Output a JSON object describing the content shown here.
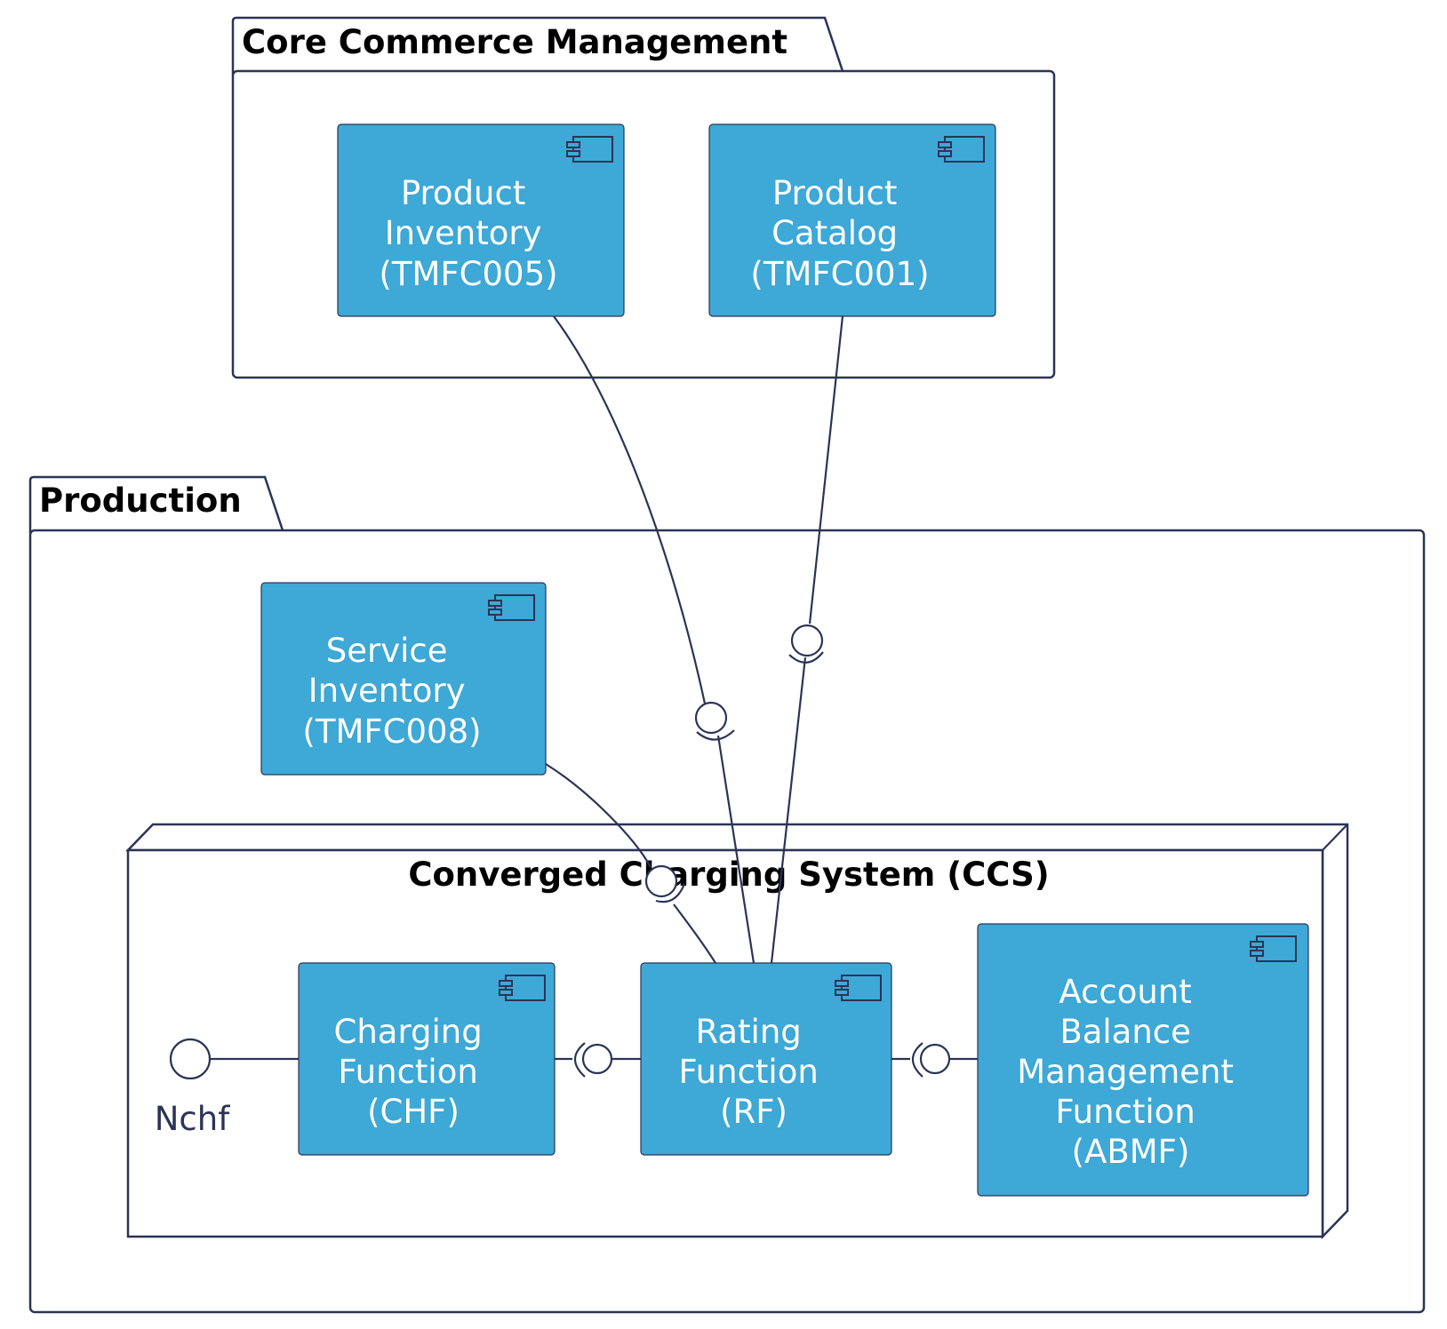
{
  "packages": {
    "core_commerce": {
      "title": "Core Commerce Management"
    },
    "production": {
      "title": "Production"
    }
  },
  "node": {
    "title": "Converged Charging System (CCS)"
  },
  "components": {
    "product_inventory": {
      "lines": [
        "Product",
        "Inventory",
        "(TMFC005)"
      ]
    },
    "product_catalog": {
      "lines": [
        "Product",
        "Catalog",
        "(TMFC001)"
      ]
    },
    "service_inventory": {
      "lines": [
        "Service",
        "Inventory",
        "(TMFC008)"
      ]
    },
    "charging_function": {
      "lines": [
        "Charging",
        "Function",
        "(CHF)"
      ]
    },
    "rating_function": {
      "lines": [
        "Rating",
        "Function",
        "(RF)"
      ]
    },
    "abmf": {
      "lines": [
        "Account",
        "Balance",
        "Management",
        "Function",
        "(ABMF)"
      ]
    }
  },
  "interfaces": {
    "nchf": {
      "label": "Nchf"
    }
  },
  "colors": {
    "component_fill": "#3ea8d6",
    "line": "#2b3457",
    "background": "#ffffff"
  }
}
